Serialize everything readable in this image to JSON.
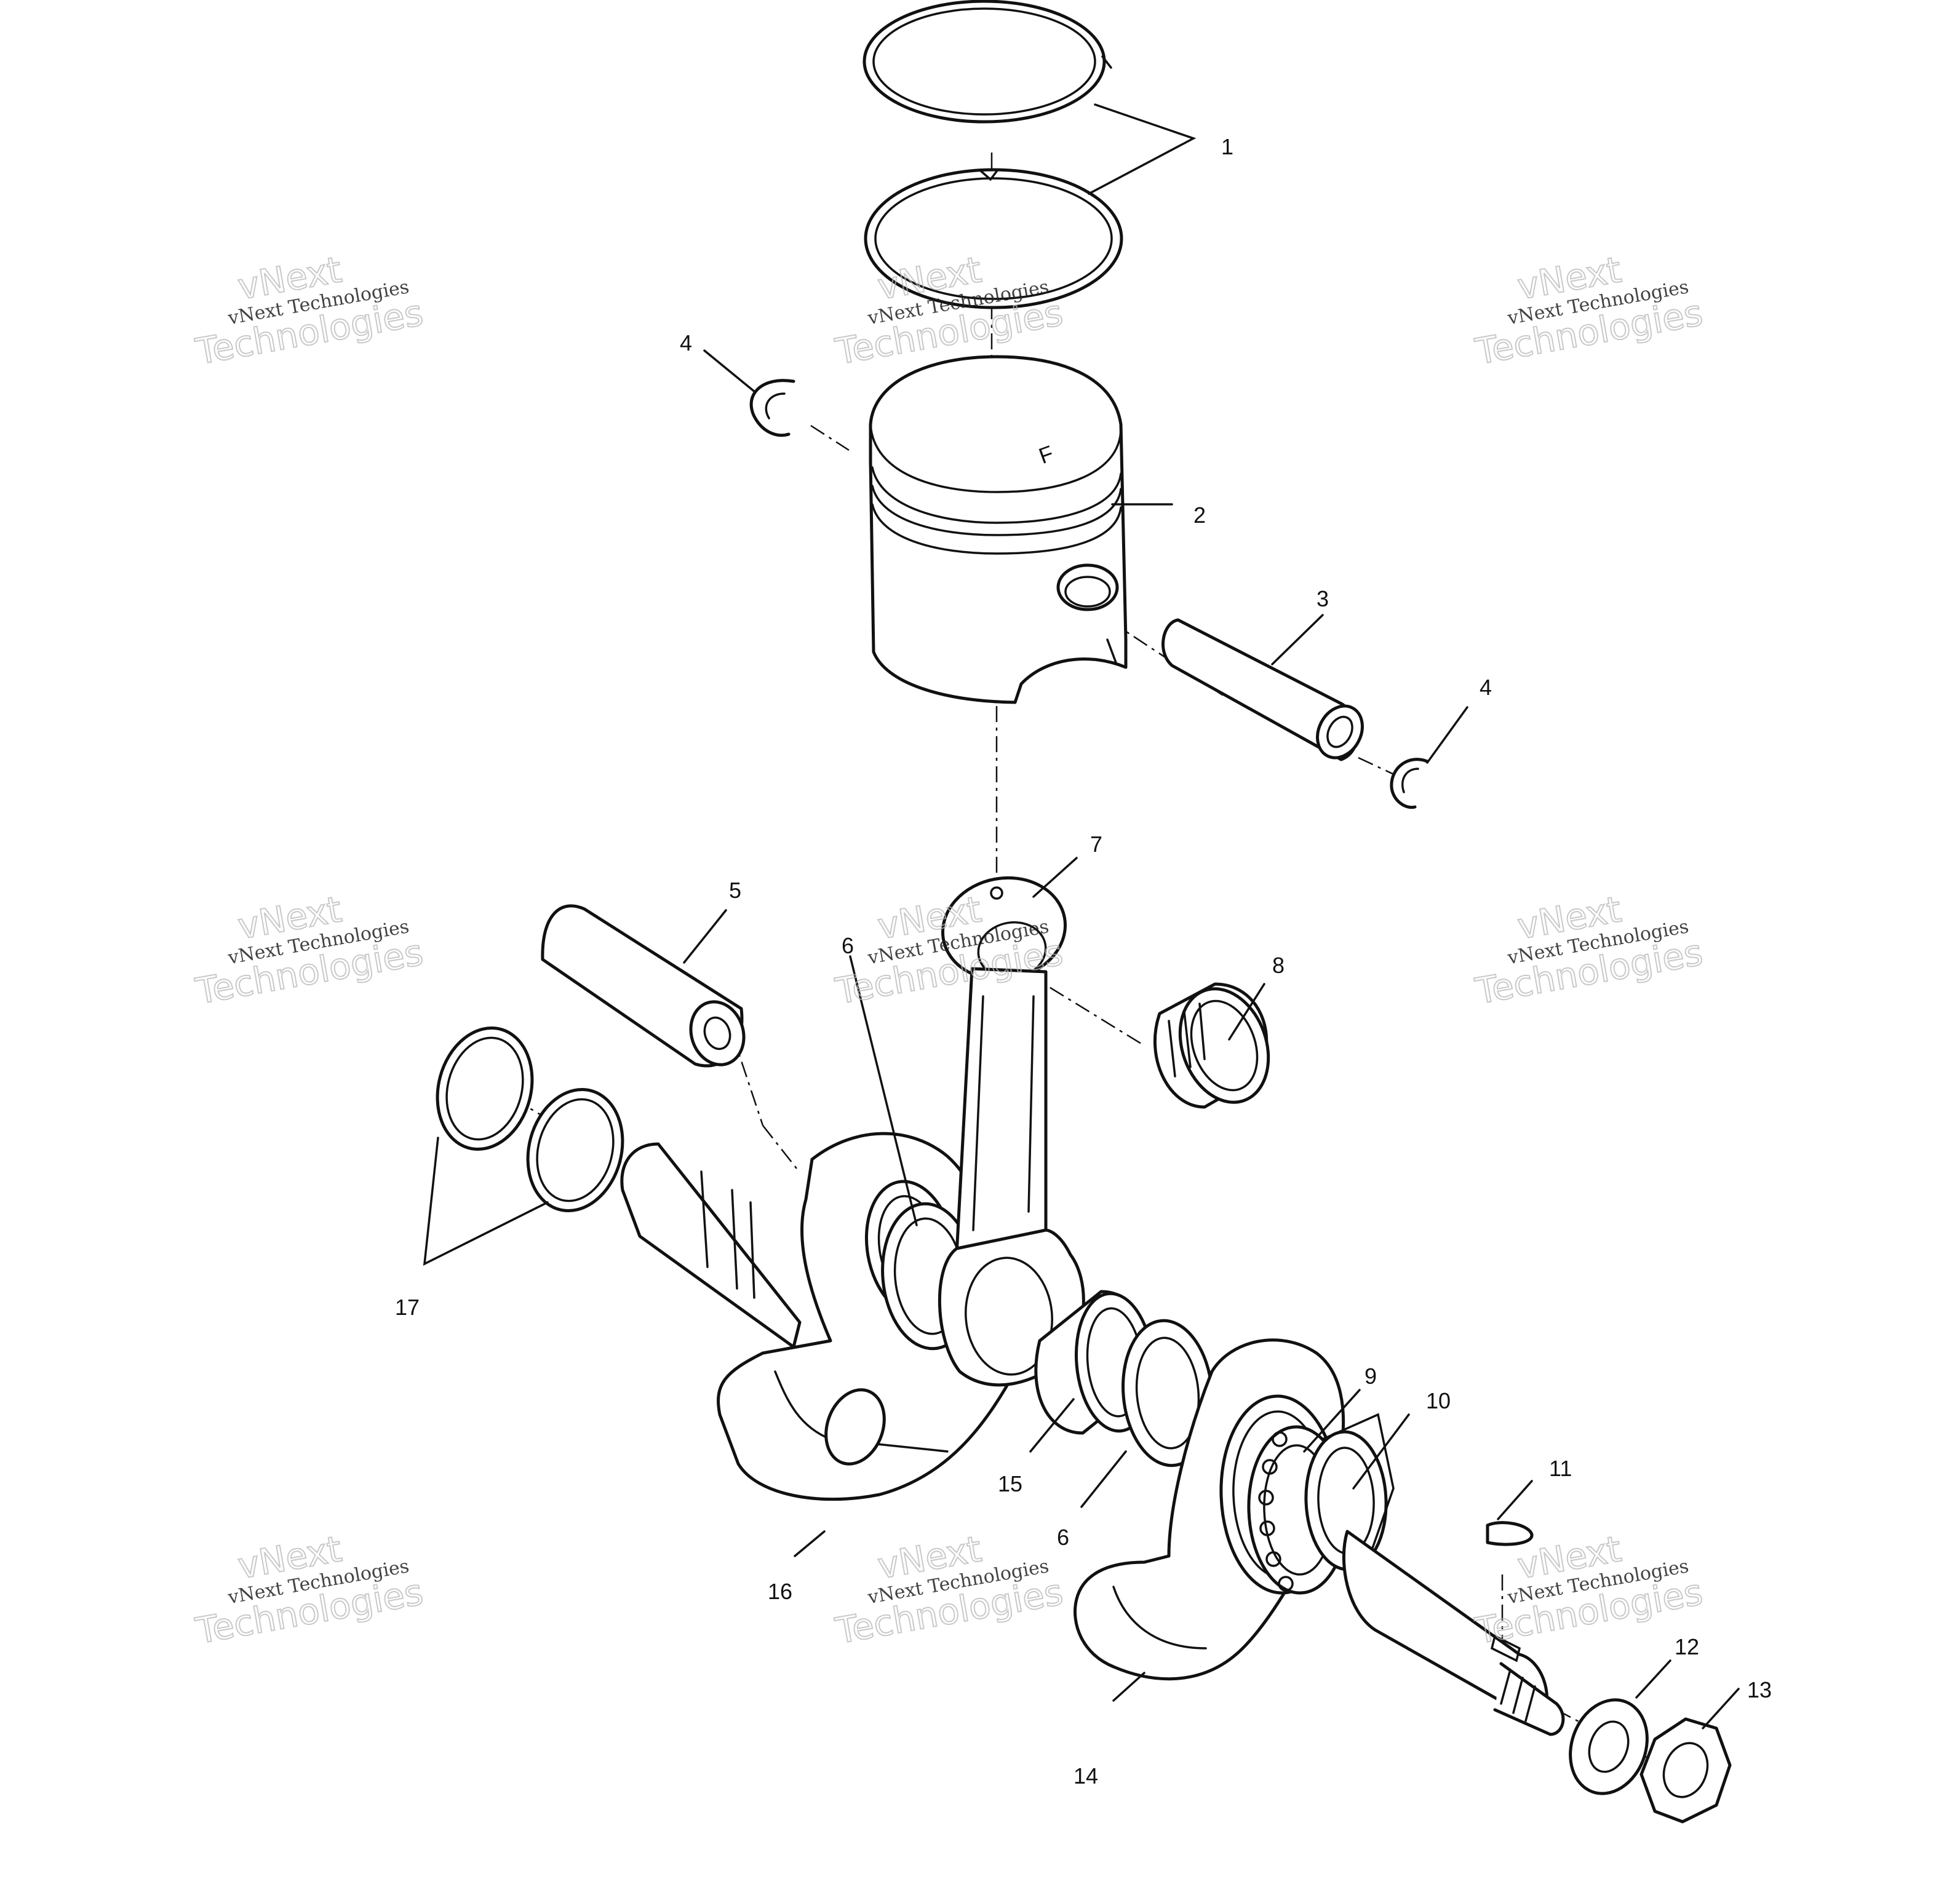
{
  "callouts": [
    {
      "id": "c1",
      "label": "1"
    },
    {
      "id": "c2",
      "label": "2"
    },
    {
      "id": "c3",
      "label": "3"
    },
    {
      "id": "c4a",
      "label": "4"
    },
    {
      "id": "c4b",
      "label": "4"
    },
    {
      "id": "c5",
      "label": "5"
    },
    {
      "id": "c6a",
      "label": "6"
    },
    {
      "id": "c6b",
      "label": "6"
    },
    {
      "id": "c7",
      "label": "7"
    },
    {
      "id": "c8",
      "label": "8"
    },
    {
      "id": "c9",
      "label": "9"
    },
    {
      "id": "c10",
      "label": "10"
    },
    {
      "id": "c11",
      "label": "11"
    },
    {
      "id": "c12",
      "label": "12"
    },
    {
      "id": "c13",
      "label": "13"
    },
    {
      "id": "c14",
      "label": "14"
    },
    {
      "id": "c15",
      "label": "15"
    },
    {
      "id": "c16",
      "label": "16"
    },
    {
      "id": "c17",
      "label": "17"
    }
  ],
  "watermark": {
    "small_text": "vNext Technologies",
    "big_line_1": "vNext",
    "big_line_2": "Technologies"
  },
  "piston_mark": "F"
}
